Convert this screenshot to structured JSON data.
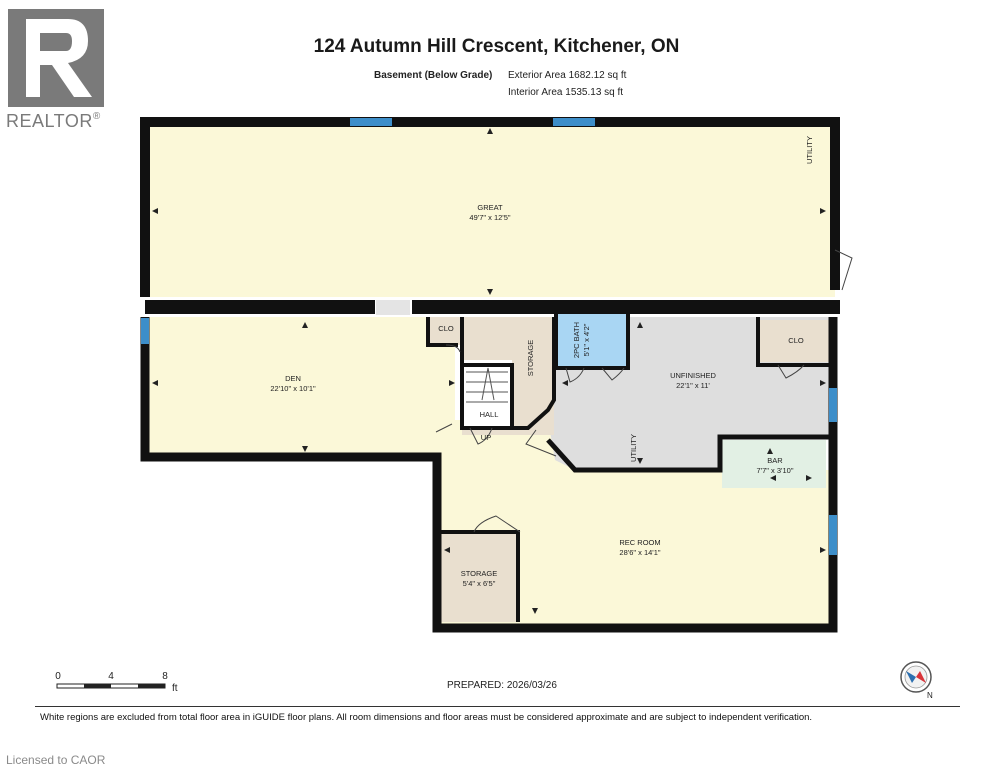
{
  "header": {
    "title": "124 Autumn Hill Crescent, Kitchener, ON",
    "level_label": "Basement (Below Grade)",
    "exterior_area": "Exterior Area 1682.12 sq ft",
    "interior_area": "Interior Area 1535.13 sq ft"
  },
  "branding": {
    "logo_text": "REALTOR",
    "registered": "®",
    "licensed": "Licensed to CAOR"
  },
  "rooms": {
    "great": {
      "name": "GREAT",
      "dims": "49'7\" x 12'5\""
    },
    "den": {
      "name": "DEN",
      "dims": "22'10\" x 10'1\""
    },
    "clo_left": {
      "name": "CLO"
    },
    "storage_top": {
      "name": "STORAGE"
    },
    "bath": {
      "name": "2PC BATH",
      "dims": "5'1\" x 4'2\""
    },
    "unfinished": {
      "name": "UNFINISHED",
      "dims": "22'1\" x 11'"
    },
    "clo_right": {
      "name": "CLO"
    },
    "utility_top": {
      "name": "UTILITY"
    },
    "utility_mid": {
      "name": "UTILITY"
    },
    "hall": {
      "name": "HALL"
    },
    "up": {
      "name": "UP"
    },
    "bar": {
      "name": "BAR",
      "dims": "7'7\" x 3'10\""
    },
    "rec": {
      "name": "REC ROOM",
      "dims": "28'6\" x 14'1\""
    },
    "storage_bottom": {
      "name": "STORAGE",
      "dims": "5'4\" x 6'5\""
    }
  },
  "scale": {
    "ticks": [
      "0",
      "4",
      "8"
    ],
    "unit": "ft"
  },
  "compass": {
    "label": "N"
  },
  "footer": {
    "prepared": "PREPARED: 2026/03/26",
    "disclaimer": "White regions are excluded from total floor area in iGUIDE floor plans. All room dimensions and floor areas must be considered approximate and are subject to independent verification."
  },
  "colors": {
    "room_fill": "#fbf8d8",
    "unfinished_fill": "#dedede",
    "bath_fill": "#a9d6f3",
    "storage_fill": "#e9dfcf",
    "bar_fill": "#e2f0e4",
    "wall": "#111111",
    "window": "#3d8ec9",
    "logo_gray": "#7a7a7a"
  }
}
